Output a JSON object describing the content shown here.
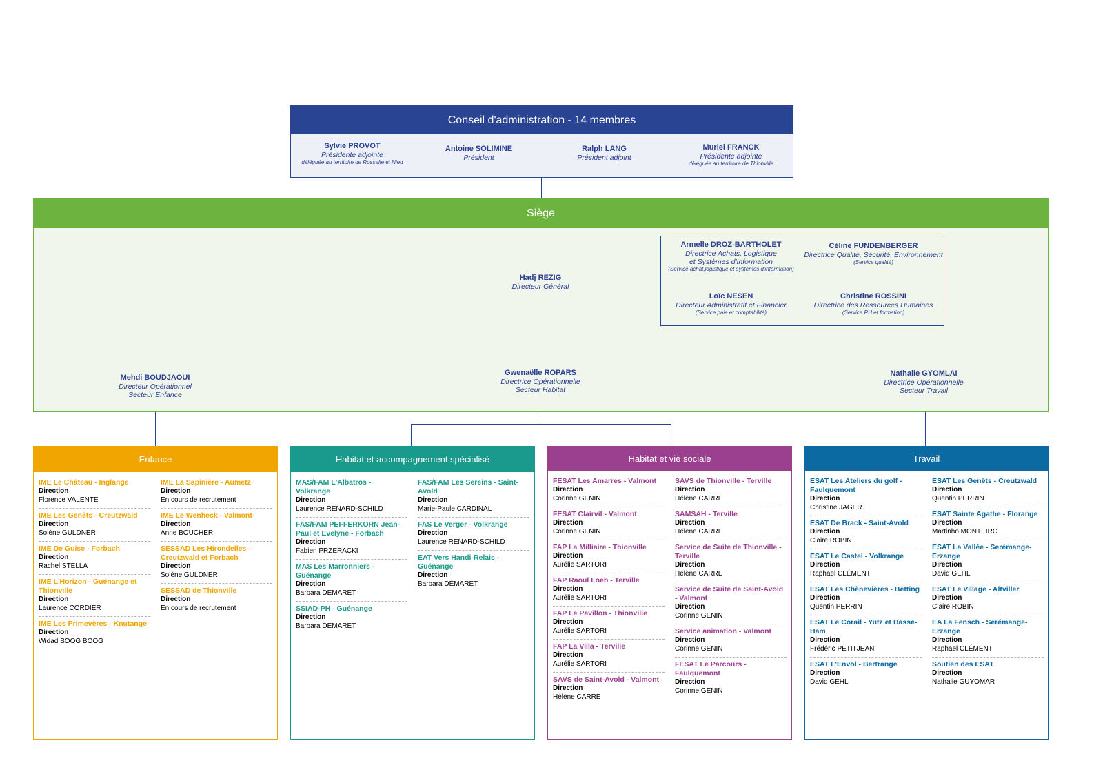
{
  "conseil": {
    "title": "Conseil d'administration - 14 membres",
    "members": [
      {
        "first": "Sylvie",
        "last": "PROVOT",
        "role": "Présidente adjointe",
        "note": "déléguée au territoire de Rosselle et Nied"
      },
      {
        "first": "Antoine",
        "last": "SOLIMINE",
        "role": "Président",
        "note": ""
      },
      {
        "first": "Ralph",
        "last": "LANG",
        "role": "Président adjoint",
        "note": ""
      },
      {
        "first": "Muriel",
        "last": "FRANCK",
        "role": "Présidente adjointe",
        "note": "déléguée au territoire de Thionville"
      }
    ]
  },
  "siege": {
    "title": "Siège",
    "dg": {
      "first": "Hadj",
      "last": "REZIG",
      "role": "Directeur Général"
    },
    "staff": [
      {
        "first": "Armelle",
        "last": "DROZ-BARTHOLET",
        "role1": "Directrice Achats, Logistique",
        "role2": "et Systèmes d'Information",
        "note": "(Service achat,logistique et systèmes d'information)"
      },
      {
        "first": "Céline",
        "last": "FUNDENBERGER",
        "role1": "Directrice Qualité, Sécurité, Environnement",
        "role2": "",
        "note": "(Service qualité)"
      },
      {
        "first": "Loïc",
        "last": "NESEN",
        "role1": "Directeur Administratif et Financier",
        "role2": "",
        "note": "(Service paie et comptabilité)"
      },
      {
        "first": "Christine",
        "last": "ROSSINI",
        "role1": "Directrice des Ressources Humaines",
        "role2": "",
        "note": "(Service RH et formation)"
      }
    ],
    "directors": [
      {
        "first": "Mehdi",
        "last": "BOUDJAOUI",
        "role": "Directeur Opérationnel",
        "sector": "Secteur Enfance"
      },
      {
        "first": "Gwenaëlle",
        "last": "ROPARS",
        "role": "Directrice Opérationnelle",
        "sector": "Secteur Habitat"
      },
      {
        "first": "Nathalie",
        "last": "GYOMLAI",
        "role": "Directrice Opérationnelle",
        "sector": "Secteur Travail"
      }
    ]
  },
  "sectors": [
    {
      "title": "Enfance",
      "columns": [
        [
          {
            "name": "IME Le Château - Inglange",
            "dir": "Direction",
            "person": "Florence VALENTE"
          },
          {
            "name": "IME Les Genêts - Creutzwald",
            "dir": "Direction",
            "person": "Solène GULDNER"
          },
          {
            "name": "IME De Guise - Forbach",
            "dir": "Direction",
            "person": "Rachel STELLA"
          },
          {
            "name": "IME L'Horizon - Guénange et Thionville",
            "dir": "Direction",
            "person": "Laurence CORDIER"
          },
          {
            "name": "IME Les Primevères - Knutange",
            "dir": "Direction",
            "person": "Widad BOOG BOOG"
          }
        ],
        [
          {
            "name": "IME La Sapinière - Aumetz",
            "dir": "Direction",
            "person": "En cours de recrutement"
          },
          {
            "name": "IME Le Wenheck - Valmont",
            "dir": "Direction",
            "person": "Anne BOUCHER"
          },
          {
            "name": "SESSAD Les Hirondelles - Creutzwald et Forbach",
            "dir": "Direction",
            "person": "Solène GULDNER"
          },
          {
            "name": "SESSAD de Thionville",
            "dir": "Direction",
            "person": "En cours de recrutement"
          }
        ]
      ]
    },
    {
      "title": "Habitat et accompagnement spécialisé",
      "columns": [
        [
          {
            "name": "MAS/FAM L'Albatros - Volkrange",
            "dir": "Direction",
            "person": "Laurence RENARD-SCHILD"
          },
          {
            "name": "FAS/FAM PEFFERKORN Jean-Paul et Evelyne - Forbach",
            "dir": "Direction",
            "person": "Fabien PRZERACKI"
          },
          {
            "name": "MAS Les Marronniers - Guénange",
            "dir": "Direction",
            "person": "Barbara DEMARET"
          },
          {
            "name": "SSIAD-PH - Guénange",
            "dir": "Direction",
            "person": "Barbara DEMARET"
          }
        ],
        [
          {
            "name": "FAS/FAM Les Sereins - Saint-Avold",
            "dir": "Direction",
            "person": "Marie-Paule CARDINAL"
          },
          {
            "name": "FAS Le Verger - Volkrange",
            "dir": "Direction",
            "person": "Laurence RENARD-SCHILD"
          },
          {
            "name": "EAT Vers Handi-Relais - Guénange",
            "dir": "Direction",
            "person": "Barbara DEMARET"
          }
        ]
      ]
    },
    {
      "title": "Habitat et vie sociale",
      "columns": [
        [
          {
            "name": "FESAT Les Amarres - Valmont",
            "dir": "Direction",
            "person": "Corinne GENIN"
          },
          {
            "name": "FESAT Clairvil - Valmont",
            "dir": "Direction",
            "person": "Corinne GENIN"
          },
          {
            "name": "FAP La Milliaire - Thionville",
            "dir": "Direction",
            "person": "Aurélie SARTORI"
          },
          {
            "name": "FAP Raoul Loeb - Terville",
            "dir": "Direction",
            "person": "Aurélie SARTORI"
          },
          {
            "name": "FAP Le Pavillon - Thionville",
            "dir": "Direction",
            "person": "Aurélie SARTORI"
          },
          {
            "name": "FAP La Villa - Terville",
            "dir": "Direction",
            "person": "Aurélie SARTORI"
          },
          {
            "name": "SAVS de Saint-Avold - Valmont",
            "dir": "Direction",
            "person": "Hélène CARRE"
          }
        ],
        [
          {
            "name": "SAVS de Thionville - Terville",
            "dir": "Direction",
            "person": "Hélène CARRE"
          },
          {
            "name": "SAMSAH - Terville",
            "dir": "Direction",
            "person": "Hélène CARRE"
          },
          {
            "name": "Service de Suite de Thionville - Terville",
            "dir": "Direction",
            "person": "Hélène CARRE"
          },
          {
            "name": "Service de Suite de Saint-Avold - Valmont",
            "dir": "Direction",
            "person": "Corinne GENIN"
          },
          {
            "name": "Service animation - Valmont",
            "dir": "Direction",
            "person": "Corinne GENIN"
          },
          {
            "name": "FESAT Le Parcours - Faulquemont",
            "dir": "Direction",
            "person": "Corinne GENIN"
          }
        ]
      ]
    },
    {
      "title": "Travail",
      "columns": [
        [
          {
            "name": "ESAT Les Ateliers du golf - Faulquemont",
            "dir": "Direction",
            "person": "Christine JAGER"
          },
          {
            "name": "ESAT De Brack - Saint-Avold",
            "dir": "Direction",
            "person": "Claire ROBIN"
          },
          {
            "name": "ESAT Le Castel - Volkrange",
            "dir": "Direction",
            "person": "Raphaël CLÉMENT"
          },
          {
            "name": "ESAT Les Chènevières - Betting",
            "dir": "Direction",
            "person": "Quentin PERRIN"
          },
          {
            "name": "ESAT Le Corail - Yutz et Basse-Ham",
            "dir": "Direction",
            "person": "Frédéric PETITJEAN"
          },
          {
            "name": "ESAT L'Envol - Bertrange",
            "dir": "Direction",
            "person": "David GEHL"
          }
        ],
        [
          {
            "name": "ESAT Les Genêts - Creutzwald",
            "dir": "Direction",
            "person": "Quentin PERRIN"
          },
          {
            "name": "ESAT Sainte Agathe - Florange",
            "dir": "Direction",
            "person": "Martinho MONTEIRO"
          },
          {
            "name": "ESAT La Vallée - Serémange-Erzange",
            "dir": "Direction",
            "person": "David GEHL"
          },
          {
            "name": "ESAT Le Village - Altviller",
            "dir": "Direction",
            "person": "Claire ROBIN"
          },
          {
            "name": "EA La Fensch - Serémange-Erzange",
            "dir": "Direction",
            "person": "Raphaël CLÉMENT"
          },
          {
            "name": "Soutien des ESAT",
            "dir": "Direction",
            "person": "Nathalie GUYOMAR"
          }
        ]
      ]
    }
  ],
  "colors": {
    "navy": "#2a4494",
    "green": "#6db33f",
    "orange": "#f0a500",
    "teal": "#1a9a8c",
    "purple": "#9b3f8f",
    "blue": "#0a6aa1"
  }
}
